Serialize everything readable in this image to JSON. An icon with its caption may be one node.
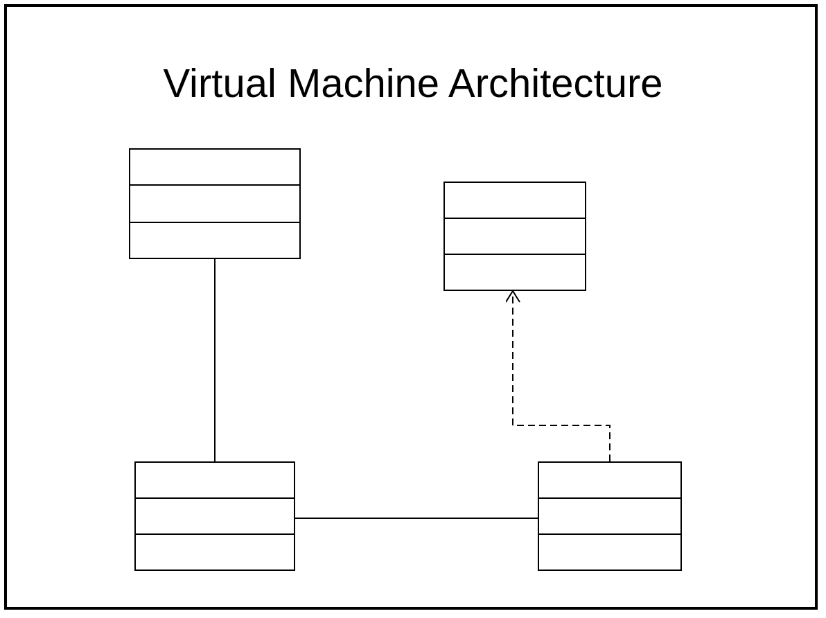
{
  "diagram": {
    "title": "Virtual Machine Architecture",
    "nodes": [
      {
        "text": [],
        "shape": "box"
      },
      {
        "text": [],
        "shape": "box"
      },
      {
        "text": [],
        "shape": "box"
      },
      {
        "text": [],
        "shape": "box"
      }
    ],
    "edges": [
      {
        "from": 0,
        "to": 2,
        "arrow": "none"
      },
      {
        "from": 2,
        "to": 3,
        "arrow": "none"
      },
      {
        "from": 3,
        "to": 1,
        "arrow": "to",
        "style": "dashed"
      }
    ]
  }
}
